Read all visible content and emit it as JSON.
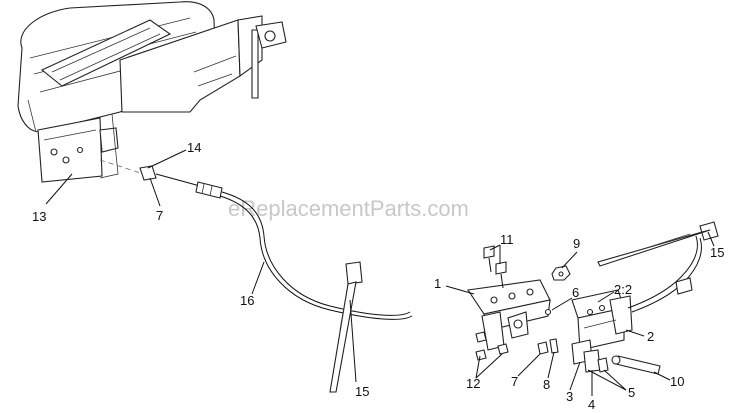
{
  "watermark": "eReplacementParts.com",
  "callouts": [
    {
      "id": "c13",
      "text": "13"
    },
    {
      "id": "c14",
      "text": "14"
    },
    {
      "id": "c7a",
      "text": "7"
    },
    {
      "id": "c16",
      "text": "16"
    },
    {
      "id": "c15a",
      "text": "15"
    },
    {
      "id": "c11",
      "text": "11"
    },
    {
      "id": "c9",
      "text": "9"
    },
    {
      "id": "c15b",
      "text": "15"
    },
    {
      "id": "c1",
      "text": "1"
    },
    {
      "id": "c6",
      "text": "6"
    },
    {
      "id": "c22",
      "text": "2:2"
    },
    {
      "id": "c2",
      "text": "2"
    },
    {
      "id": "c12",
      "text": "12"
    },
    {
      "id": "c7b",
      "text": "7"
    },
    {
      "id": "c8",
      "text": "8"
    },
    {
      "id": "c3",
      "text": "3"
    },
    {
      "id": "c4",
      "text": "4"
    },
    {
      "id": "c5",
      "text": "5"
    },
    {
      "id": "c10",
      "text": "10"
    }
  ]
}
